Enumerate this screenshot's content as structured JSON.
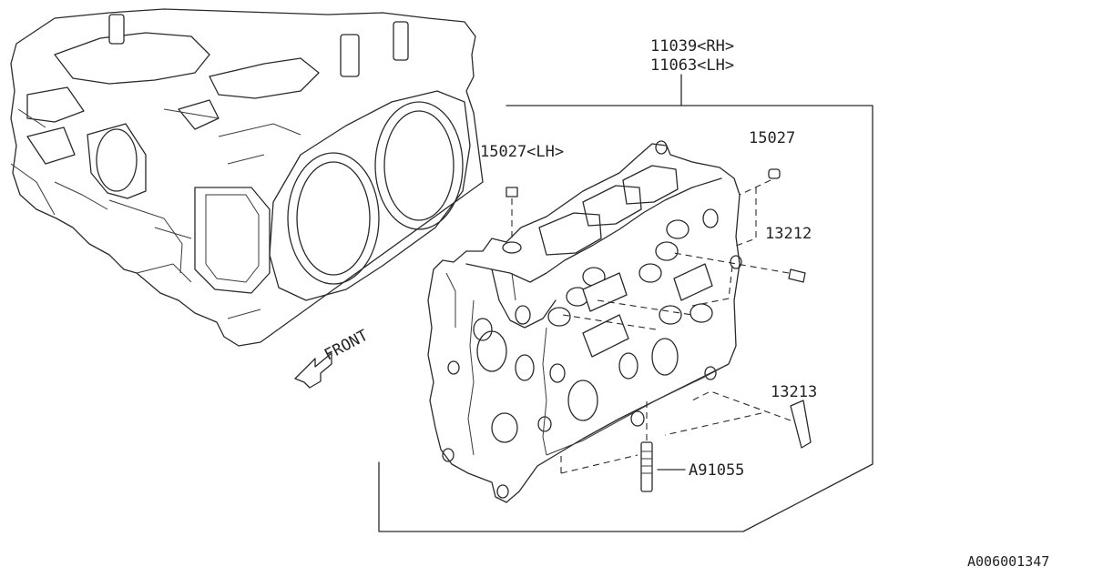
{
  "diagram": {
    "part_labels": {
      "head_rh": "11039<RH>",
      "head_lh": "11063<LH>",
      "plug_lh": "15027<LH>",
      "plug": "15027",
      "pin_13212": "13212",
      "pin_13213": "13213",
      "stud": "A91055"
    },
    "front_label": "FRONT",
    "reference_code": "A006001347"
  }
}
